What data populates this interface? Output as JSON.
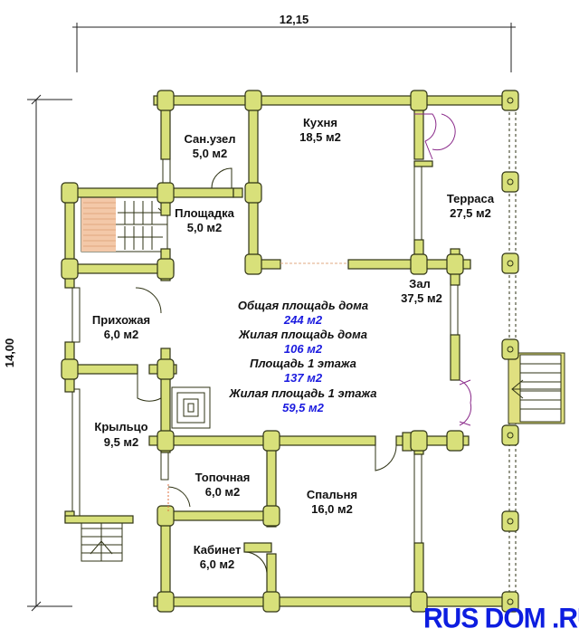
{
  "dimensions": {
    "width": "12,15",
    "height": "14,00"
  },
  "rooms": {
    "bathroom": {
      "name": "Сан.узел",
      "area": "5,0 м2"
    },
    "kitchen": {
      "name": "Кухня",
      "area": "18,5 м2"
    },
    "terrace": {
      "name": "Терраса",
      "area": "27,5 м2"
    },
    "landing": {
      "name": "Площадка",
      "area": "5,0 м2"
    },
    "hall": {
      "name": "Зал",
      "area": "37,5 м2"
    },
    "hallway": {
      "name": "Прихожая",
      "area": "6,0 м2"
    },
    "porch": {
      "name": "Крыльцо",
      "area": "9,5 м2"
    },
    "furnace": {
      "name": "Топочная",
      "area": "6,0 м2"
    },
    "bedroom": {
      "name": "Спальня",
      "area": "16,0 м2"
    },
    "study": {
      "name": "Кабинет",
      "area": "6,0 м2"
    }
  },
  "summary": {
    "total_label": "Общая площадь дома",
    "total_value": "244 м2",
    "living_label": "Жилая площадь дома",
    "living_value": "106 м2",
    "floor1_label": "Площадь 1 этажа",
    "floor1_value": "137 м2",
    "living1_label": "Жилая площадь 1 этажа",
    "living1_value": "59,5 м2"
  },
  "watermark": "RUS DOM .RU",
  "colors": {
    "wall": "#d8e07a",
    "wall_stroke": "#2f3315",
    "door": "#8a2a8a",
    "stairs": "#e0a880",
    "text_blue": "#1a1adf"
  }
}
